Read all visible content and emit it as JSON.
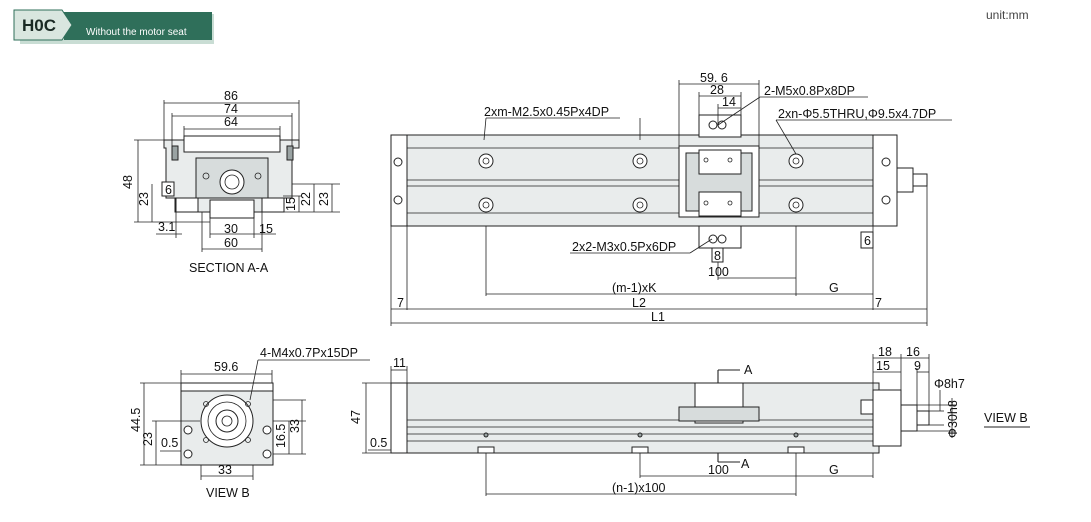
{
  "header": {
    "code": "H0C",
    "description": "Without the motor seat",
    "unit": "unit:mm",
    "tag_color": "#2f6f5a",
    "tag_light": "#c9ddd4"
  },
  "section_aa": {
    "title": "SECTION A-A",
    "dims": {
      "w86": "86",
      "w74": "74",
      "w64": "64",
      "h48": "48",
      "h23_left": "23",
      "d6": "6",
      "d3_1": "3.1",
      "w30": "30",
      "w15": "15",
      "w60": "60",
      "h15": "15",
      "h22": "22",
      "h23_right": "23"
    }
  },
  "top_view": {
    "callouts": {
      "tap_m25": "2xm-M2.5x0.45Px4DP",
      "tap_m5": "2-M5x0.8Px8DP",
      "thru": "2xn-Φ5.5THRU,Φ9.5x4.7DP",
      "tap_m3": "2x2-M3x0.5Px6DP"
    },
    "dims": {
      "w59_6": "59. 6",
      "w28": "28",
      "w14": "14",
      "d8": "8",
      "d100": "100",
      "m_minus_1_k": "(m-1)xK",
      "g": "G",
      "d7_left": "7",
      "d7_right": "7",
      "l2": "L2",
      "l1": "L1",
      "d6": "6"
    }
  },
  "view_b": {
    "title": "VIEW B",
    "callout": "4-M4x0.7Px15DP",
    "dims": {
      "w59_6": "59.6",
      "h44_5": "44.5",
      "h23": "23",
      "d0_5": "0.5",
      "h16_5": "16.5",
      "h33_side": "33",
      "w33": "33"
    }
  },
  "side_view": {
    "view_b_label": "VIEW B",
    "section_a_top": "A",
    "section_a_bottom": "A",
    "dims": {
      "d11": "11",
      "h47": "47",
      "d0_5": "0.5",
      "d18": "18",
      "d16": "16",
      "d15": "15",
      "d9": "9",
      "phi8": "Φ8h7",
      "phi30": "Φ30h8",
      "d100": "100",
      "g": "G",
      "n_minus_1": "(n-1)x100"
    }
  }
}
